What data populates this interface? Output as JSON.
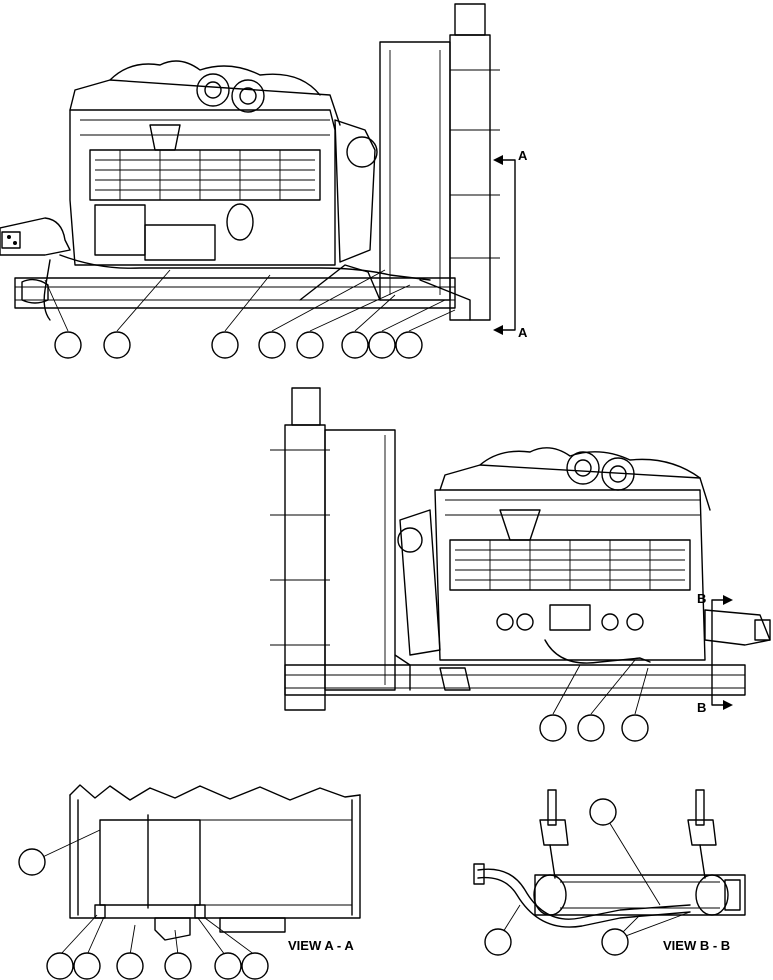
{
  "section_markers": {
    "a_top": "A",
    "a_bottom": "A",
    "b_top": "B",
    "b_bottom": "B"
  },
  "views": {
    "view_a": "VIEW A - A",
    "view_b": "VIEW B - B"
  },
  "callout_counts": {
    "upper_engine_view": 8,
    "lower_engine_view": 3,
    "view_a_a": 7,
    "view_b_b": 3
  }
}
